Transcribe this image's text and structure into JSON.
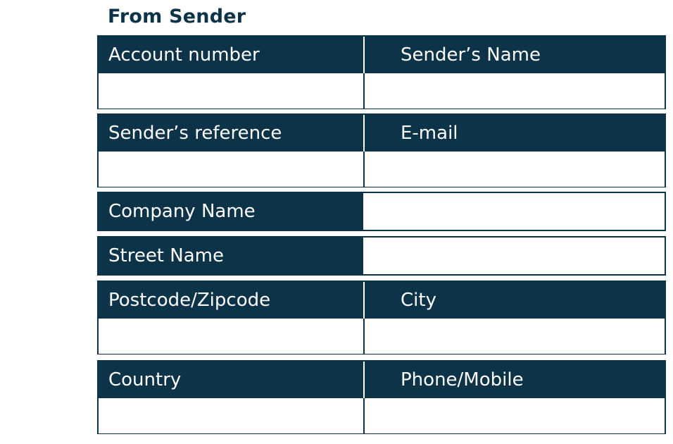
{
  "section": {
    "title": "From Sender"
  },
  "rows": {
    "account": {
      "left": "Account number",
      "right": "Sender’s Name"
    },
    "reference": {
      "left": "Sender’s reference",
      "right": "E-mail"
    },
    "company": {
      "label": "Company Name"
    },
    "street": {
      "label": "Street Name"
    },
    "postcode": {
      "left": "Postcode/Zipcode",
      "right": "City"
    },
    "country": {
      "left": "Country",
      "right": "Phone/Mobile"
    }
  },
  "colors": {
    "header_bg": "#0d3349",
    "header_text": "#ffffff",
    "field_bg": "#ffffff"
  }
}
